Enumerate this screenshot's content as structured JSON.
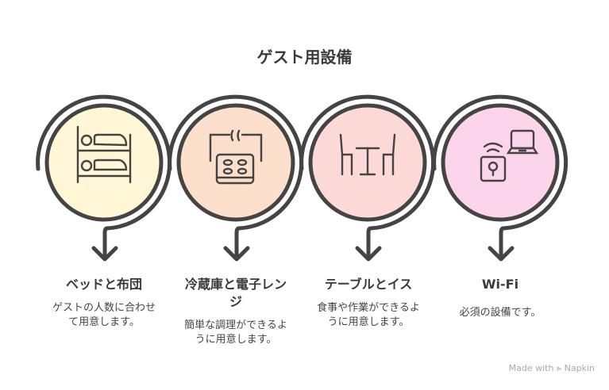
{
  "title": "ゲスト用設備",
  "items": [
    {
      "heading": "ベッドと布団",
      "description": "ゲストの人数に合わせて用意します。",
      "icon": "bunk-bed-icon",
      "color": "#fff7d6"
    },
    {
      "heading": "冷蔵庫と電子レンジ",
      "description": "簡単な調理ができるように用意します。",
      "icon": "appliance-icon",
      "color": "#fde0cc"
    },
    {
      "heading": "テーブルとイス",
      "description": "食事や作業ができるように用意します。",
      "icon": "table-chairs-icon",
      "color": "#fdd9d7"
    },
    {
      "heading": "Wi-Fi",
      "description": "必須の設備です。",
      "icon": "wifi-router-laptop-icon",
      "color": "#fdd5eb"
    }
  ],
  "footer": "Made with ⪢ Napkin"
}
